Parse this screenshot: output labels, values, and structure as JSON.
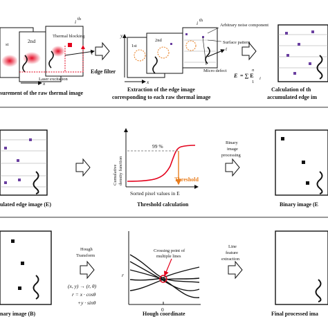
{
  "row1": {
    "raw_frame_labels": [
      "st",
      "2nd",
      "i",
      "th"
    ],
    "annot_thermal_blocking": "Thermal blocking",
    "annot_laser": "Laser excitation",
    "axis_x": "x",
    "axis_y": "y",
    "axis_t": "t",
    "caption_raw": "surement of the raw thermal image",
    "filter_label": "Edge filter",
    "edge_frame_labels": [
      "1st",
      "2nd",
      "i",
      "th"
    ],
    "annot_noise": "Arbitrary noise component",
    "annot_surface": "Surface pattern",
    "annot_micro": "Micro defect",
    "caption_edge_1": "Extraction of the edge image",
    "caption_edge_2": "corresponding to each raw thermal image",
    "formula_E": "E",
    "formula_sum": "= ∑ E",
    "formula_sub": "i",
    "formula_lower": "1",
    "formula_upper": "n",
    "caption_accum_1": "Calculation of th",
    "caption_accum_2": "accumulated edge im"
  },
  "row2": {
    "caption_edge": "ulated edge image (E)",
    "axis_y_1": "Cumulative",
    "axis_y_2": "density function",
    "percent": "99 %",
    "threshold": "Threshold",
    "axis_x": "Sorted pixel values in E",
    "caption_threshold": "Threshold calculation",
    "step_1": "Binary",
    "step_2": "image",
    "step_3": "processing",
    "caption_binary": "Binary image (E"
  },
  "row3": {
    "caption_binary": "nary image (B)",
    "step_1": "Hough",
    "step_2": "Transform",
    "map_line": "(x, y) → (r, θ)",
    "eq_1": "r = x · cosθ",
    "eq_2": "+y · sinθ",
    "crossing_1": "Crossing point of",
    "crossing_2": "multiple lines",
    "axis_r": "r",
    "axis_zero": "0",
    "caption_hough": "Hough coordinate",
    "step_line_1": "Line",
    "step_line_2": "feature",
    "step_line_3": "extraction",
    "caption_final": "Final processed ima"
  },
  "colors": {
    "purple": "#6a3fa0",
    "red": "#e3001b",
    "orange": "#e87d1e",
    "black": "#111111"
  }
}
